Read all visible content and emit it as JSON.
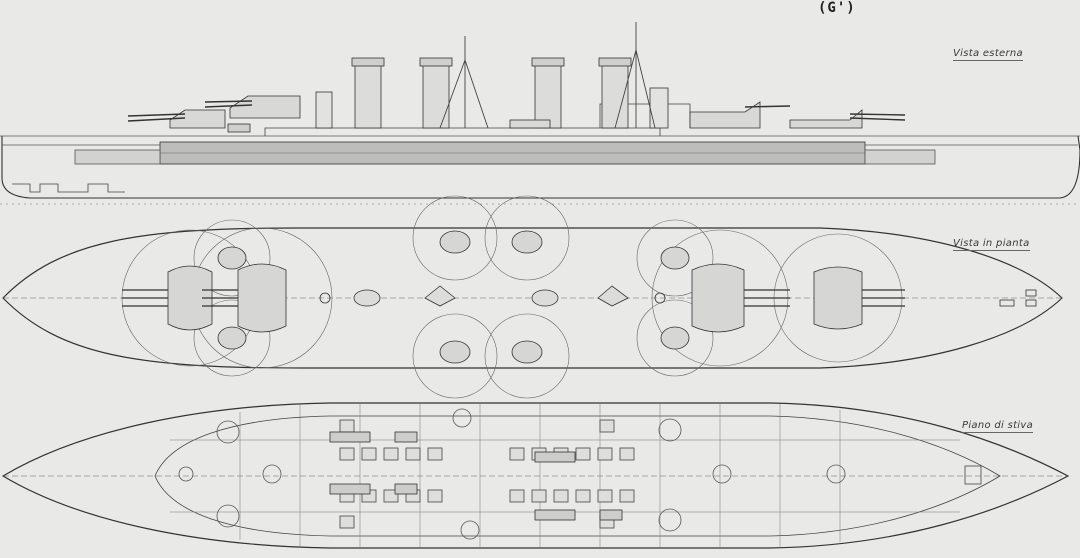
{
  "sheet": {
    "code": "(G')",
    "paper_color": "#e9e9e7",
    "ink_color": "#333333"
  },
  "views": {
    "external": {
      "label": "Vista esterna"
    },
    "plan": {
      "label": "Vista in pianta"
    },
    "hold": {
      "label": "Piano di stiva"
    }
  }
}
